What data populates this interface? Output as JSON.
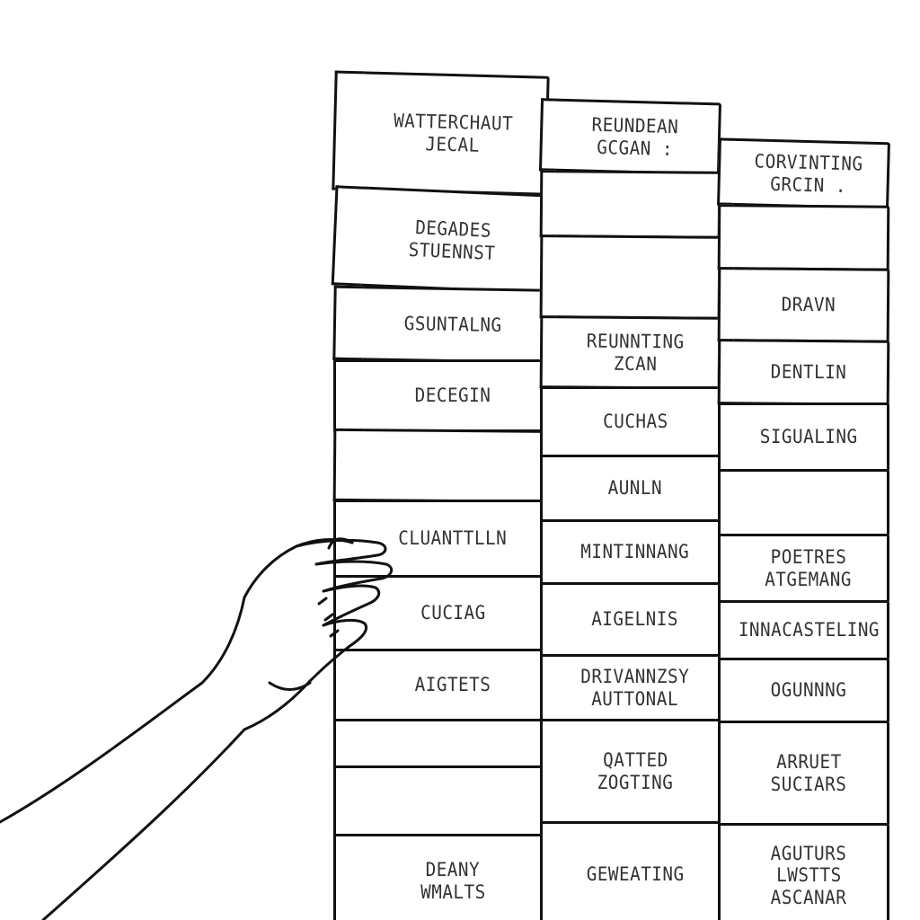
{
  "drawing": {
    "line_color": "#111111",
    "text_color": "#333333",
    "paper_color": "#ffffff"
  },
  "hand": {
    "icon": "reaching-hand"
  },
  "stacks": [
    {
      "name": "left-stack",
      "boxes": [
        {
          "lines": [
            "WATTERCHAUT",
            "JECAL"
          ]
        },
        {
          "lines": [
            "DEGADES",
            "STUENNST"
          ]
        },
        {
          "lines": [
            "GSUNTALNG"
          ]
        },
        {
          "lines": [
            "DECEGIN"
          ]
        },
        {
          "lines": []
        },
        {
          "lines": [
            "CLUANTTLLN"
          ]
        },
        {
          "lines": [
            "CUCIAG"
          ]
        },
        {
          "lines": [
            "AIGTETS"
          ]
        },
        {
          "lines": []
        },
        {
          "lines": []
        },
        {
          "lines": [
            "DEANY",
            "WMALTS"
          ]
        }
      ]
    },
    {
      "name": "middle-stack",
      "boxes": [
        {
          "lines": [
            "REUNDEAN",
            "GCGAN :"
          ]
        },
        {
          "lines": []
        },
        {
          "lines": []
        },
        {
          "lines": [
            "REUNNTING",
            "ZCAN"
          ]
        },
        {
          "lines": [
            "CUCHAS"
          ]
        },
        {
          "lines": [
            "AUNLN"
          ]
        },
        {
          "lines": [
            "MINTINNANG"
          ]
        },
        {
          "lines": [
            "AIGELNIS"
          ]
        },
        {
          "lines": [
            "DRIVANNZSY",
            "AUTTONAL"
          ]
        },
        {
          "lines": [
            "QATTED",
            "ZOGTING"
          ]
        },
        {
          "lines": [
            "GEWEATING"
          ]
        }
      ]
    },
    {
      "name": "right-stack",
      "boxes": [
        {
          "lines": [
            "CORVINTING",
            "GRCIN ."
          ]
        },
        {
          "lines": []
        },
        {
          "lines": [
            "DRAVN"
          ]
        },
        {
          "lines": [
            "DENTLIN"
          ]
        },
        {
          "lines": [
            "SIGUALING"
          ]
        },
        {
          "lines": []
        },
        {
          "lines": [
            "POETRES",
            "ATGEMANG"
          ]
        },
        {
          "lines": [
            "INNACASTELING"
          ]
        },
        {
          "lines": [
            "OGUNNNG"
          ]
        },
        {
          "lines": [
            "ARRUET",
            "SUCIARS"
          ]
        },
        {
          "lines": [
            "AGUTURS",
            "LWSTTS",
            "ASCANAR"
          ]
        }
      ]
    }
  ]
}
